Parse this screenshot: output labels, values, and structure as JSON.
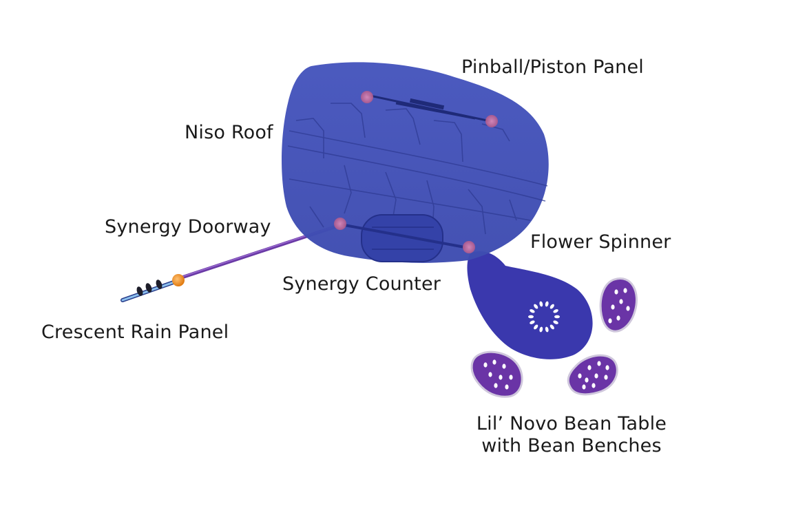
{
  "labels": {
    "pinball_piston_panel": "Pinball/Piston Panel",
    "niso_roof": "Niso Roof",
    "synergy_doorway": "Synergy Doorway",
    "flower_spinner": "Flower Spinner",
    "synergy_counter": "Synergy Counter",
    "crescent_rain_panel": "Crescent Rain Panel",
    "bean_table_line1": "Lil’ Novo Bean Table",
    "bean_table_line2": "with Bean Benches"
  },
  "colors": {
    "background": "#ffffff",
    "roof_blue": "#3f4fb5",
    "roof_line": "#2f3b94",
    "spinner_blue": "#3a38ad",
    "bench_purple": "#6a34a6",
    "doorway_purple": "#6a3aa6",
    "marker_pink": "#c86a9a",
    "knob_orange": "#f0902a",
    "rain_blue": "#7fb4e6",
    "label_text": "#1a1a1a"
  }
}
